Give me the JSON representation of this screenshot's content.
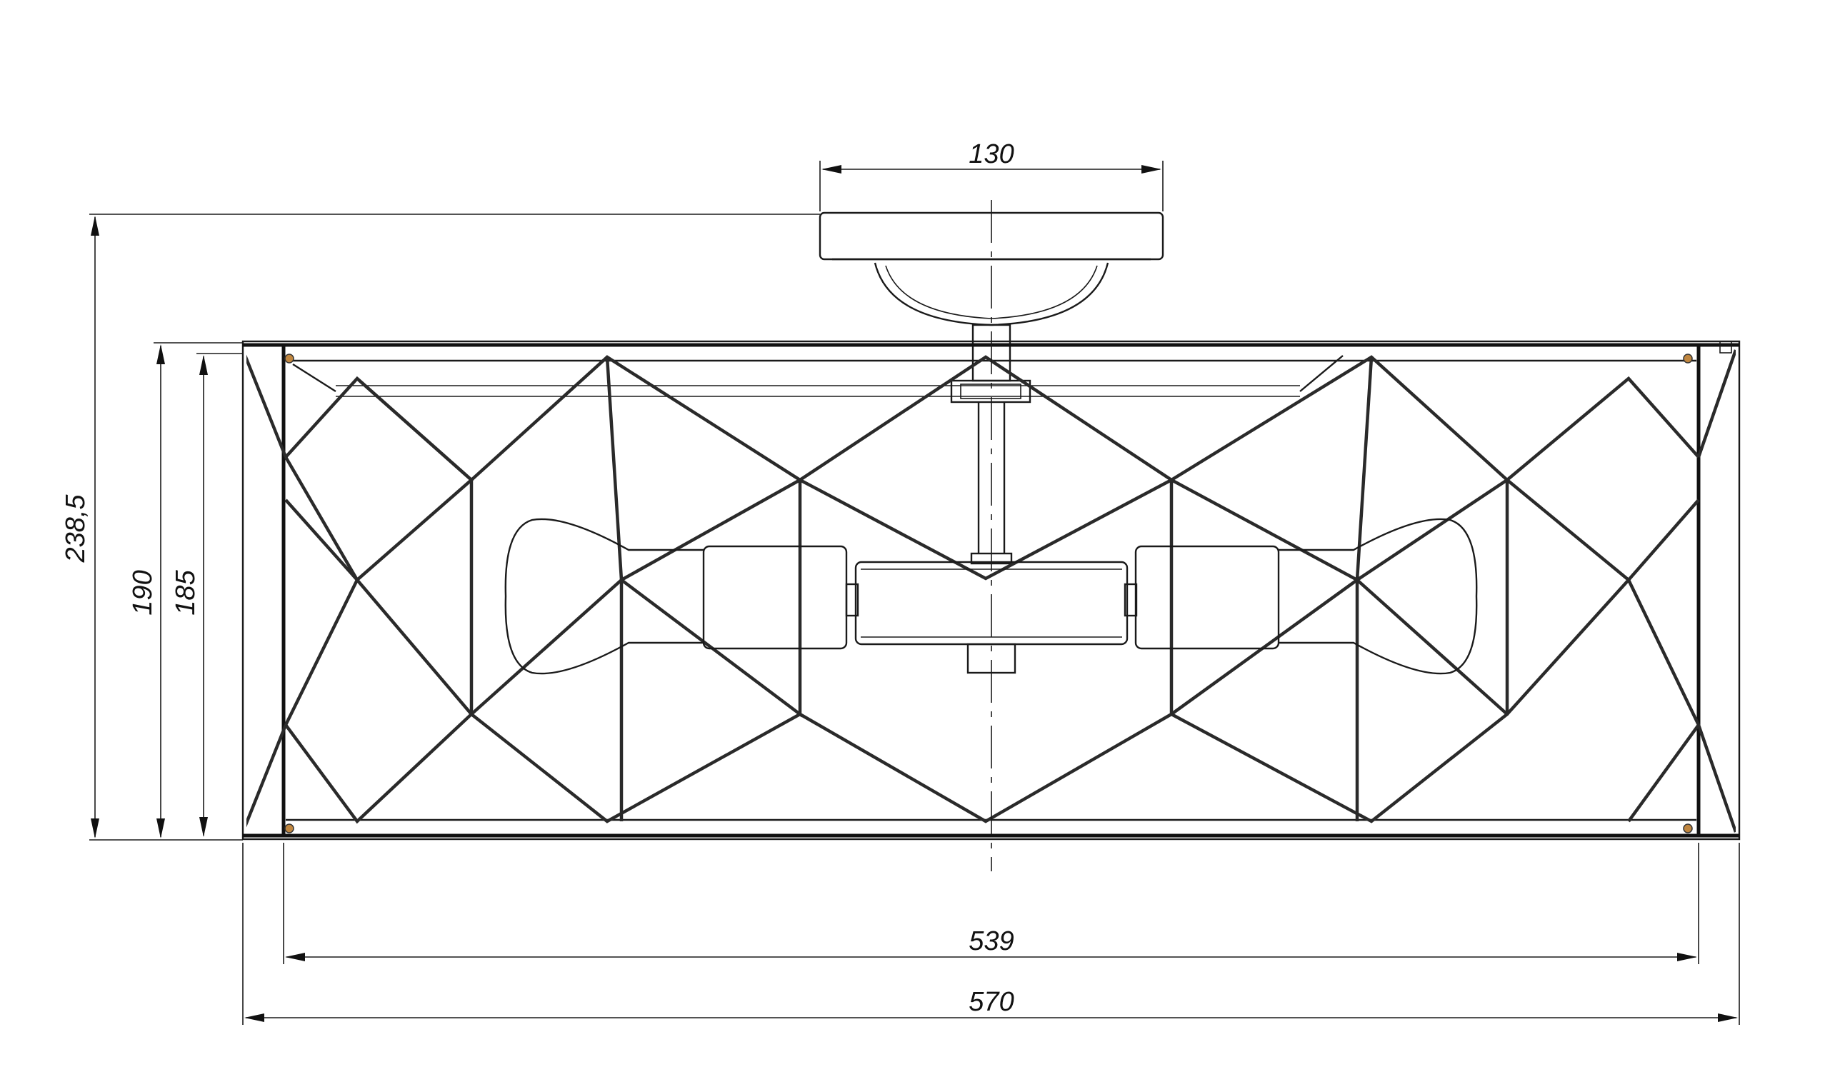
{
  "drawing": {
    "dimensions": {
      "canopy_width": "130",
      "total_height": "238,5",
      "shade_height_outer": "190",
      "shade_height_inner": "185",
      "frame_width_inner": "539",
      "frame_width_outer": "570"
    },
    "colors": {
      "line": "#1a1a1a",
      "accent_screw": "#c0863f",
      "background": "#ffffff"
    }
  }
}
